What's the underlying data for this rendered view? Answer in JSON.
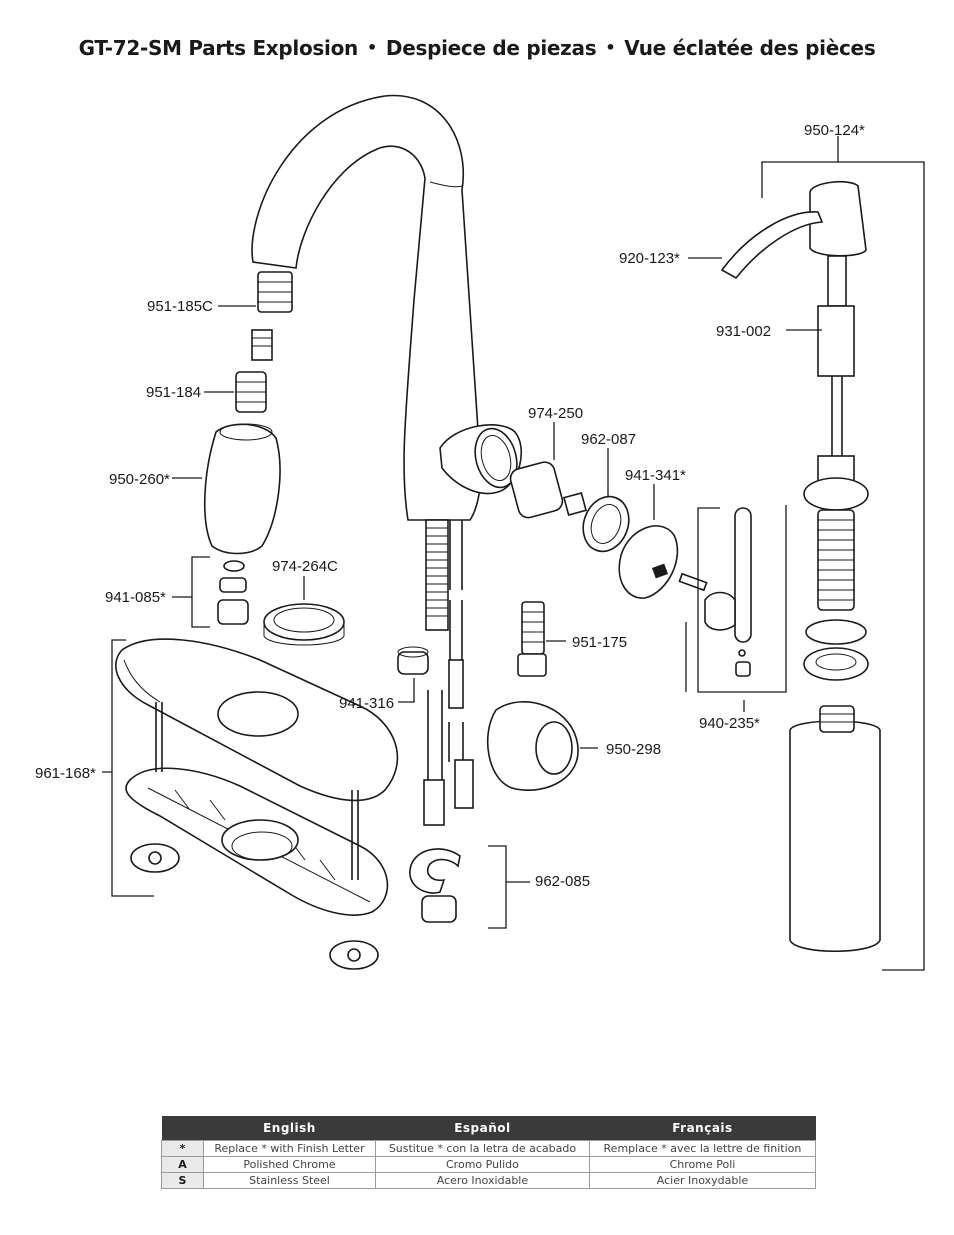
{
  "title": {
    "main": "GT-72-SM Parts Explosion",
    "spanish": "Despiece de piezas",
    "french": "Vue éclatée des pièces",
    "separator": "•"
  },
  "parts": {
    "p950_124": "950-124*",
    "p920_123": "920-123*",
    "p931_002": "931-002",
    "p951_185C": "951-185C",
    "p951_184": "951-184",
    "p950_260": "950-260*",
    "p941_085": "941-085*",
    "p974_264C": "974-264C",
    "p974_250": "974-250",
    "p962_087": "962-087",
    "p941_341": "941-341*",
    "p951_175": "951-175",
    "p941_316": "941-316",
    "p950_298": "950-298",
    "p940_235": "940-235*",
    "p961_168": "961-168*",
    "p962_085": "962-085"
  },
  "legend": {
    "headers": [
      "",
      "English",
      "Español",
      "Français"
    ],
    "rows": [
      {
        "code": "*",
        "english": "Replace * with Finish Letter",
        "spanish": "Sustitue * con la letra de acabado",
        "french": "Remplace * avec la lettre de finition"
      },
      {
        "code": "A",
        "english": "Polished Chrome",
        "spanish": "Cromo Pulido",
        "french": "Chrome Poli"
      },
      {
        "code": "S",
        "english": "Stainless Steel",
        "spanish": "Acero Inoxidable",
        "french": "Acier Inoxydable"
      }
    ]
  }
}
